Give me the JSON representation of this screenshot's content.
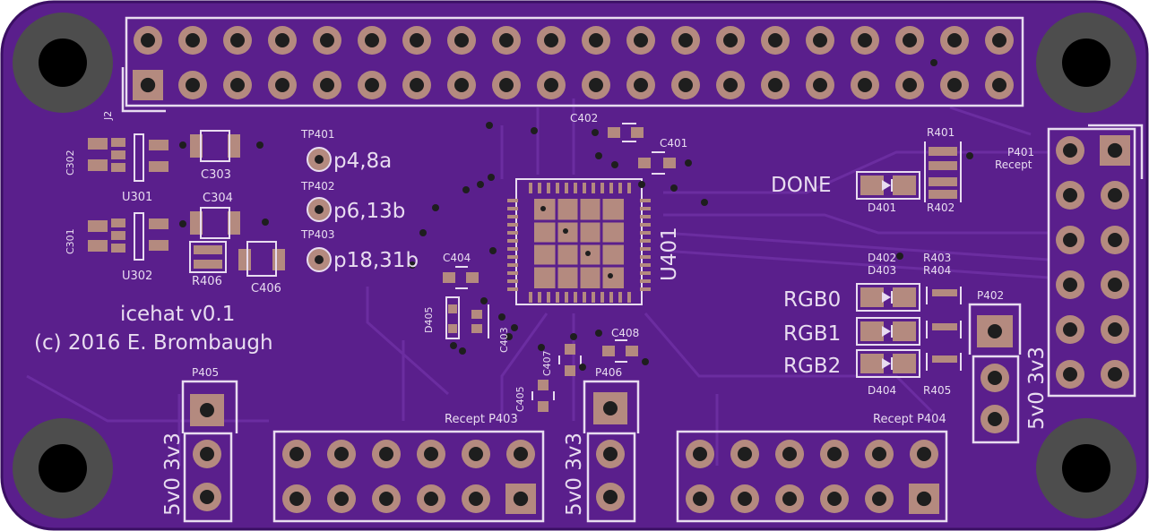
{
  "colors": {
    "board": "#5a1f8c",
    "board_edge": "#3a0f63",
    "trace": "#6d2fa3",
    "pad": "#b48a7f",
    "hole": "#1e1e1e",
    "silk": "#e8dcf0",
    "mount": "#4d4d4d"
  },
  "labels": {
    "j2": "J2",
    "c302": "C302",
    "c301": "C301",
    "u301": "U301",
    "u302": "U302",
    "c303": "C303",
    "c304": "C304",
    "r406": "R406",
    "c406": "C406",
    "tp401": "TP401",
    "tp402": "TP402",
    "tp403": "TP403",
    "tp401_net": "p4,8a",
    "tp402_net": "p6,13b",
    "tp403_net": "p18,31b",
    "c402": "C402",
    "c401": "C401",
    "c404": "C404",
    "d405": "D405",
    "c403": "C403",
    "u401": "U401",
    "c407": "C407",
    "c408": "C408",
    "c405": "C405",
    "p406": "P406",
    "done": "DONE",
    "d401": "D401",
    "r401": "R401",
    "r402": "R402",
    "d402": "D402",
    "d403": "D403",
    "r403": "R403",
    "r404": "R404",
    "rgb0": "RGB0",
    "rgb1": "RGB1",
    "rgb2": "RGB2",
    "d404": "D404",
    "r405": "R405",
    "p402": "P402",
    "p401": "P401",
    "recept_p401": "Recept",
    "title": "icehat v0.1",
    "copyright": "(c) 2016 E. Brombaugh",
    "p405": "P405",
    "pwr_left": "5v0 3v3",
    "pwr_mid": "5v0 3v3",
    "pwr_right": "5v0 3v3",
    "recept_p403": "Recept  P403",
    "recept_p404": "Recept P404"
  }
}
